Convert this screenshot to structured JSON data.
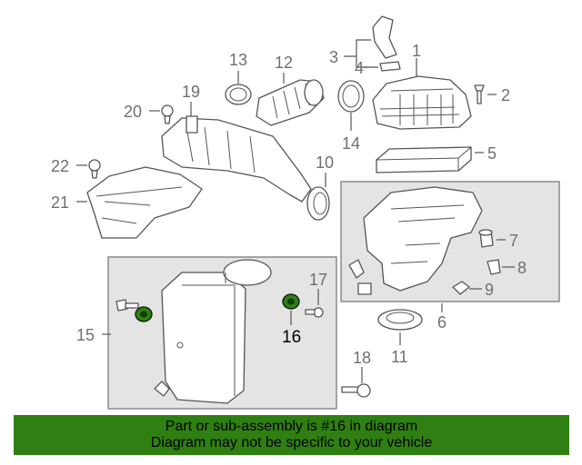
{
  "diagram": {
    "callouts": {
      "c1": "1",
      "c2": "2",
      "c3": "3",
      "c4": "4",
      "c5": "5",
      "c6": "6",
      "c7": "7",
      "c8": "8",
      "c9": "9",
      "c10": "10",
      "c11": "11",
      "c12": "12",
      "c13": "13",
      "c14": "14",
      "c15": "15",
      "c16": "16",
      "c17": "17",
      "c18": "18",
      "c19": "19",
      "c20": "20",
      "c21": "21",
      "c22": "22"
    },
    "highlighted_part": "16",
    "highlight_color": "#2f7f12"
  },
  "banner": {
    "line1": "Part or sub-assembly is #16 in diagram",
    "line2": "Diagram may not be specific to your vehicle",
    "background": "#2f7f12"
  }
}
